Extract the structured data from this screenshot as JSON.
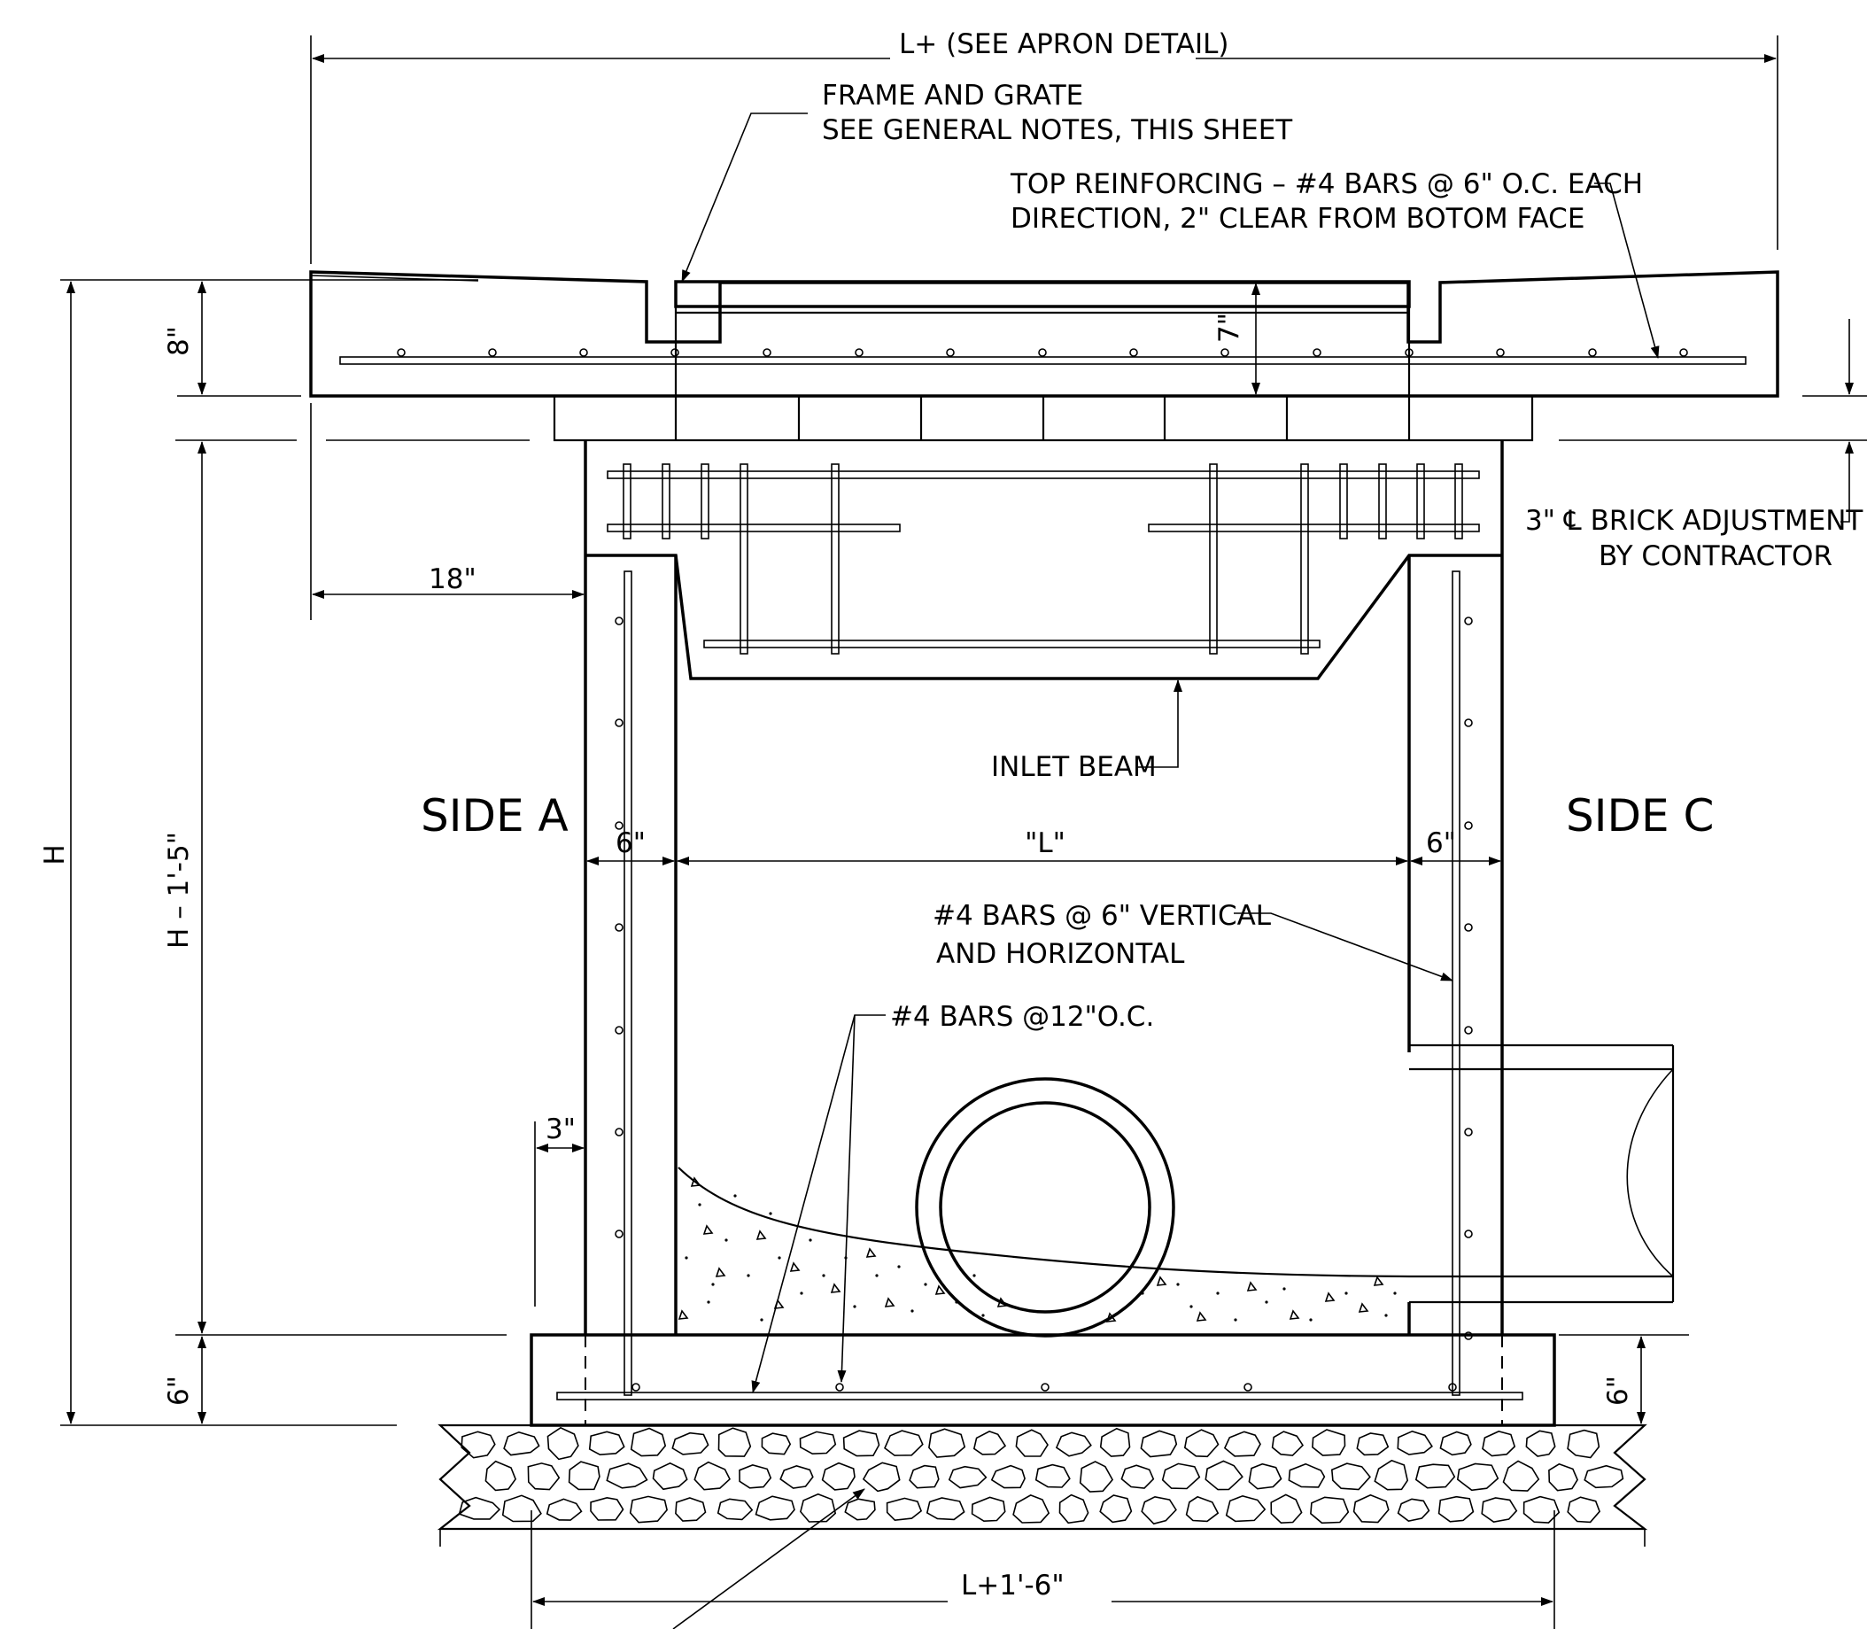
{
  "labels": {
    "top_dim": "L+ (SEE APRON DETAIL)",
    "frame_grate_1": "FRAME AND GRATE",
    "frame_grate_2": "SEE GENERAL NOTES, THIS SHEET",
    "top_reinf_1": "TOP REINFORCING – #4 BARS @ 6\" O.C. EACH",
    "top_reinf_2": "DIRECTION, 2\" CLEAR FROM BOTOM FACE",
    "dim_8": "8\"",
    "dim_7": "7\"",
    "brick_1": "3\" ℄ BRICK ADJUSTMENT",
    "brick_2": "BY CONTRACTOR",
    "dim_18": "18\"",
    "inlet_beam": "INLET BEAM",
    "side_a": "SIDE A",
    "side_c": "SIDE C",
    "dim_6_left": "6\"",
    "dim_6_right": "6\"",
    "dim_L": "\"L\"",
    "bars_vert_1": "#4 BARS @ 6\" VERTICAL",
    "bars_vert_2": "AND HORIZONTAL",
    "bars_12": "#4 BARS @12\"O.C.",
    "dim_3": "3\"",
    "dim_H": "H",
    "dim_H_minus": "H – 1'-5\"",
    "dim_6_base_left": "6\"",
    "dim_6_base_right": "6\"",
    "bottom_dim": "L+1'-6\""
  }
}
